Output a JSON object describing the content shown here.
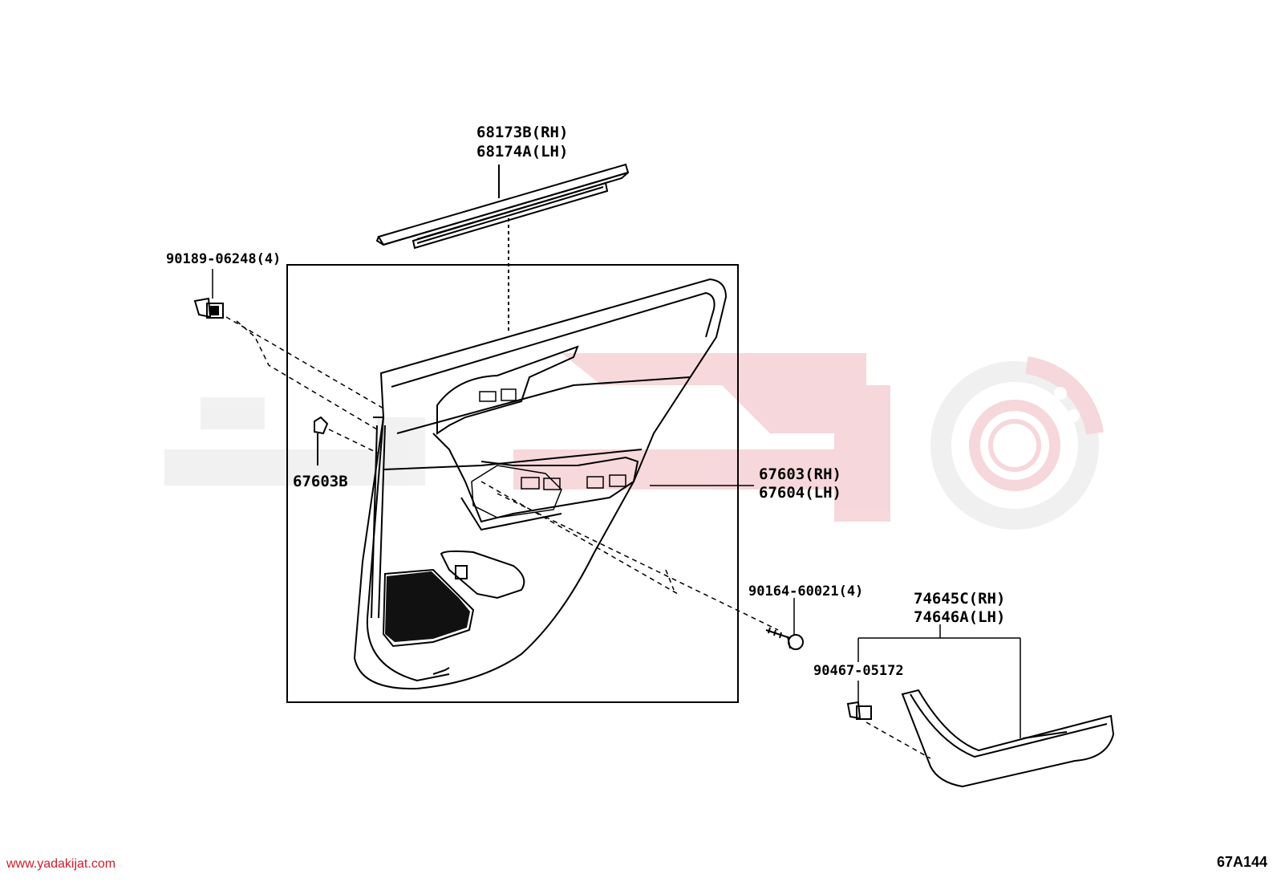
{
  "parts": {
    "weatherstrip_rh": "68173B(RH)",
    "weatherstrip_lh": "68174A(LH)",
    "screw_top": "90189-06248(4)",
    "clip_left": "67603B",
    "board_rh": "67603(RH)",
    "board_lh": "67604(LH)",
    "screw_bottom": "90164-60021(4)",
    "armrest_rh": "74645C(RH)",
    "armrest_lh": "74646A(LH)",
    "clip_armrest": "90467-05172"
  },
  "watermark": {
    "brand_color": "#e8a0a8",
    "icon": "wheel-logo-icon"
  },
  "footer": {
    "url": "www.yadakijat.com",
    "figure_code": "67A144"
  }
}
